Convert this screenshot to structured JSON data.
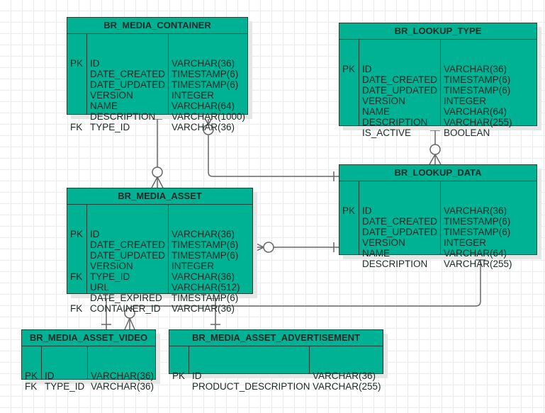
{
  "diagram": {
    "type": "entity-relationship",
    "colors": {
      "entity_fill": "#00b294",
      "entity_border": "#1f3f38",
      "connector": "#666666"
    },
    "entities": [
      {
        "id": "br_media_container",
        "name": "BR_MEDIA_CONTAINER",
        "columns": [
          {
            "key": "PK",
            "name": "ID",
            "type": "VARCHAR(36)"
          },
          {
            "key": "",
            "name": "DATE_CREATED",
            "type": "TIMESTAMP(6)"
          },
          {
            "key": "",
            "name": "DATE_UPDATED",
            "type": "TIMESTAMP(6)"
          },
          {
            "key": "",
            "name": "VERSION",
            "type": "INTEGER"
          },
          {
            "key": "",
            "name": "NAME",
            "type": "VARCHAR(64)"
          },
          {
            "key": "",
            "name": "DESCRIPTION",
            "type": "VARCHAR(1000)"
          },
          {
            "key": "FK",
            "name": "TYPE_ID",
            "type": "VARCHAR(36)"
          }
        ]
      },
      {
        "id": "br_lookup_type",
        "name": "BR_LOOKUP_TYPE",
        "columns": [
          {
            "key": "PK",
            "name": "ID",
            "type": "VARCHAR(36)"
          },
          {
            "key": "",
            "name": "DATE_CREATED",
            "type": "TIMESTAMP(6)"
          },
          {
            "key": "",
            "name": "DATE_UPDATED",
            "type": "TIMESTAMP(6)"
          },
          {
            "key": "",
            "name": "VERSION",
            "type": "INTEGER"
          },
          {
            "key": "",
            "name": "NAME",
            "type": "VARCHAR(64)"
          },
          {
            "key": "",
            "name": "DESCRIPTION",
            "type": "VARCHAR(255)"
          },
          {
            "key": "",
            "name": "IS_ACTIVE",
            "type": "BOOLEAN"
          }
        ]
      },
      {
        "id": "br_lookup_data",
        "name": "BR_LOOKUP_DATA",
        "columns": [
          {
            "key": "PK",
            "name": "ID",
            "type": "VARCHAR(36)"
          },
          {
            "key": "",
            "name": "DATE_CREATED",
            "type": "TIMESTAMP(6)"
          },
          {
            "key": "",
            "name": "DATE_UPDATED",
            "type": "TIMESTAMP(6)"
          },
          {
            "key": "",
            "name": "VERSION",
            "type": "INTEGER"
          },
          {
            "key": "",
            "name": "NAME",
            "type": "VARCHAR(64)"
          },
          {
            "key": "",
            "name": "DESCRIPTION",
            "type": "VARCHAR(255)"
          }
        ]
      },
      {
        "id": "br_media_asset",
        "name": "BR_MEDIA_ASSET",
        "columns": [
          {
            "key": "PK",
            "name": "ID",
            "type": "VARCHAR(36)"
          },
          {
            "key": "",
            "name": "DATE_CREATED",
            "type": "TIMESTAMP(6)"
          },
          {
            "key": "",
            "name": "DATE_UPDATED",
            "type": "TIMESTAMP(6)"
          },
          {
            "key": "",
            "name": "VERSION",
            "type": "INTEGER"
          },
          {
            "key": "FK",
            "name": "TYPE_ID",
            "type": "VARCHAR(36)"
          },
          {
            "key": "",
            "name": "URL",
            "type": "VARCHAR(512)"
          },
          {
            "key": "",
            "name": "DATE_EXPIRED",
            "type": "TIMESTAMP(6)"
          },
          {
            "key": "FK",
            "name": "CONTAINER_ID",
            "type": "VARCHAR(36)"
          }
        ]
      },
      {
        "id": "br_media_asset_video",
        "name": "BR_MEDIA_ASSET_VIDEO",
        "columns": [
          {
            "key": "PK",
            "name": "ID",
            "type": "VARCHAR(36)"
          },
          {
            "key": "FK",
            "name": "TYPE_ID",
            "type": "VARCHAR(36)"
          }
        ]
      },
      {
        "id": "br_media_asset_advertisement",
        "name": "BR_MEDIA_ASSET_ADVERTISEMENT",
        "columns": [
          {
            "key": "PK",
            "name": "ID",
            "type": "VARCHAR(36)"
          },
          {
            "key": "",
            "name": "PRODUCT_DESCRIPTION",
            "type": "VARCHAR(255)"
          }
        ]
      }
    ],
    "relationships": [
      {
        "from": "br_media_container",
        "from_card": "one",
        "to": "br_media_asset",
        "to_card": "zero-or-many"
      },
      {
        "from": "br_lookup_data",
        "from_card": "one",
        "to": "br_media_container",
        "to_card": "zero-or-many"
      },
      {
        "from": "br_lookup_type",
        "from_card": "one",
        "to": "br_lookup_data",
        "to_card": "zero-or-many"
      },
      {
        "from": "br_lookup_data",
        "from_card": "one",
        "to": "br_media_asset",
        "to_card": "zero-or-many"
      },
      {
        "from": "br_media_asset",
        "from_card": "one",
        "to": "br_media_asset_video",
        "to_card": "one"
      },
      {
        "from": "br_media_asset",
        "from_card": "one",
        "to": "br_media_asset_advertisement",
        "to_card": "one"
      },
      {
        "from": "br_lookup_data",
        "from_card": "one",
        "to": "br_media_asset_video",
        "to_card": "zero-or-many"
      }
    ]
  }
}
